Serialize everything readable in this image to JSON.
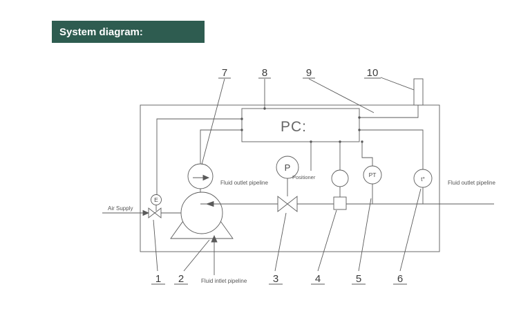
{
  "header": {
    "title": "System diagram:"
  },
  "pc": {
    "label": "PC:"
  },
  "instruments": {
    "regulator_e": "E",
    "pressure_gauge": "P",
    "pressure_transmitter": "PT",
    "temperature_sensor": "t°"
  },
  "pipe_labels": {
    "air_supply": "Air Supply",
    "fluid_outlet_inner": "Fluid outlet pipeline",
    "fluid_outlet_outer": "Fluid outlet pipeline",
    "fluid_inlet": "Fluid intlet pipeline",
    "positioner": "Positioner"
  },
  "callouts": {
    "c1": "1",
    "c2": "2",
    "c3": "3",
    "c4": "4",
    "c5": "5",
    "c6": "6",
    "c7": "7",
    "c8": "8",
    "c9": "9",
    "c10": "10"
  },
  "colors": {
    "banner": "#2E5C50",
    "line": "#5A5A5A"
  }
}
